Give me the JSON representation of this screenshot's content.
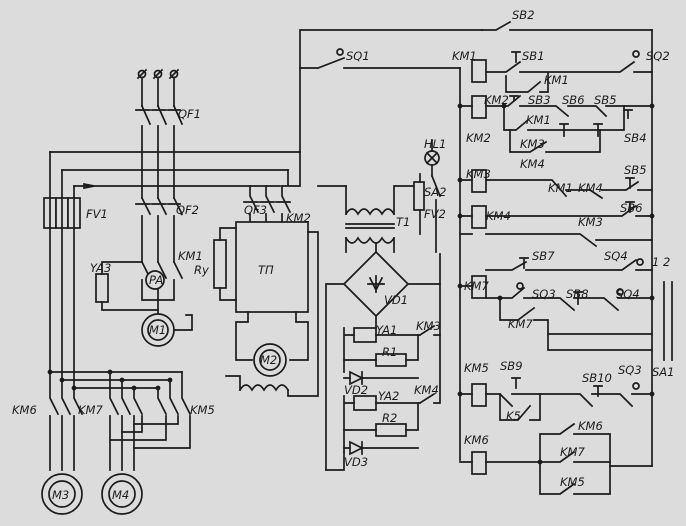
{
  "labels": {
    "sb2": "SB2",
    "sq1": "SQ1",
    "km1_coil": "KM1",
    "sb1": "SB1",
    "km1_c1": "KM1",
    "sq2": "SQ2",
    "qf1": "QF1",
    "km2_coil": "KM2",
    "sb3": "SB3",
    "sb6_a": "SB6",
    "sb5_a": "SB5",
    "km1_c2": "KM1",
    "km2_c1": "KM2",
    "km3_c1": "KM3",
    "sb4": "SB4",
    "km4_c1": "KM4",
    "hl1": "HL1",
    "km3_coil": "KM3",
    "km1_c3": "KM1",
    "km4_c2": "KM4",
    "sb5_b": "SB5",
    "fv1": "FV1",
    "qf2": "QF2",
    "qf3": "QF3",
    "km2_c2": "KM2",
    "sa2": "SA2",
    "t1": "T1",
    "fv2": "FV2",
    "km4_coil": "KM4",
    "sb6_b": "SB6",
    "km3_c2": "KM3",
    "ry": "Ry",
    "tp": "ТП",
    "km1_c4": "KM1",
    "ya3": "YA3",
    "pa": "PA",
    "sb7": "SB7",
    "sq4_a": "SQ4",
    "n12": "1 2",
    "m1": "M1",
    "vd1": "VD1",
    "km7_coil": "KM7",
    "sq3_a": "SQ3",
    "sb8": "SB8",
    "sq4_b": "SQ4",
    "ya1": "YA1",
    "km3_c3": "KM3",
    "km7_c1": "KM7",
    "m2": "M2",
    "r1": "R1",
    "sa1": "SA1",
    "vd2": "VD2",
    "km5_coil": "KM5",
    "sb9": "SB9",
    "sb10": "SB10",
    "sq3_b": "SQ3",
    "ya2": "YA2",
    "km4_c3": "KM4",
    "km6_c1": "KM6",
    "km7_c2": "KM7",
    "km5_c1": "KM5",
    "k5": "K5",
    "r2": "R2",
    "km6_coil": "KM6",
    "km6_c2": "KM6",
    "vd3": "VD3",
    "km7_c3": "KM7",
    "km5_c2": "KM5",
    "m3": "M3",
    "m4": "M4"
  }
}
